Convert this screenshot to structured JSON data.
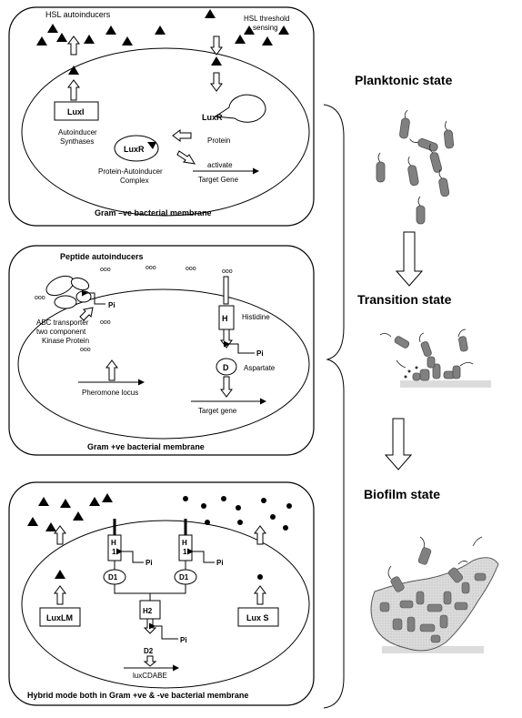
{
  "panels": {
    "gram_neg": {
      "hsl_autoinducers": "HSL autoinducers",
      "hsl_threshold_line1": "HSL threshold",
      "hsl_threshold_line2": "sensing",
      "luxi": "LuxI",
      "autoinducer_line1": "Autoinducer",
      "autoinducer_line2": "Synthases",
      "luxr_top": "LuxR",
      "protein": "Protein",
      "luxr_complex": "LuxR",
      "complex_line1": "Protein-Autoinducer",
      "complex_line2": "Complex",
      "activate": "activate",
      "target_gene": "Target Gene",
      "membrane": "Gram –ve bacterial membrane"
    },
    "gram_pos": {
      "peptide_autoinducers": "Peptide autoinducers",
      "pi_left": "Pi",
      "abc_line1": "ABC transporter",
      "abc_line2": "two component",
      "abc_line3": "Kinase Protein",
      "h_box": "H",
      "histidine": "Histidine",
      "pi_right": "Pi",
      "d_circle": "D",
      "aspartate": "Aspartate",
      "pheromone_locus": "Pheromone locus",
      "target_gene": "Target gene",
      "membrane": "Gram +ve bacterial membrane",
      "peptide_glyph": "ooo"
    },
    "hybrid": {
      "h1_left_a": "H",
      "h1_left_b": "1",
      "h1_right_a": "H",
      "h1_right_b": "1",
      "pi_1": "Pi",
      "pi_2": "Pi",
      "d1_left": "D1",
      "d1_right": "D1",
      "h2": "H2",
      "pi_3": "Pi",
      "d2": "D2",
      "luxcdabe": "luxCDABE",
      "luxlm": "LuxLM",
      "luxs": "Lux S",
      "membrane": "Hybrid mode both in Gram +ve & -ve bacterial membrane"
    }
  },
  "states": {
    "planktonic": "Planktonic state",
    "transition": "Transition state",
    "biofilm": "Biofilm state"
  }
}
